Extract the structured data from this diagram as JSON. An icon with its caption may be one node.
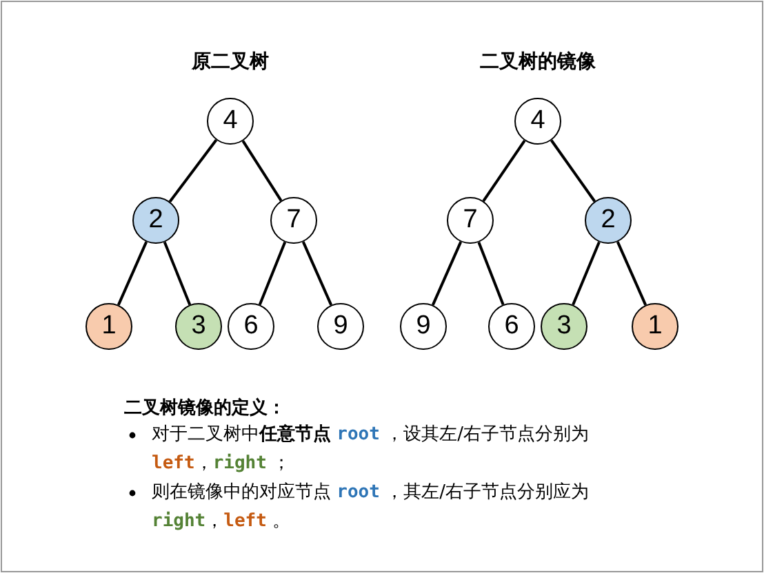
{
  "diagram": {
    "nodes": [
      {
        "text": [
          "4"
        ]
      },
      {
        "text": [
          "2"
        ]
      },
      {
        "text": [
          "7"
        ]
      },
      {
        "text": [
          "1"
        ]
      },
      {
        "text": [
          "3"
        ]
      },
      {
        "text": [
          "6"
        ]
      },
      {
        "text": [
          "9"
        ]
      },
      {
        "text": [
          "4"
        ]
      },
      {
        "text": [
          "7"
        ]
      },
      {
        "text": [
          "2"
        ]
      },
      {
        "text": [
          "9"
        ]
      },
      {
        "text": [
          "6"
        ]
      },
      {
        "text": [
          "3"
        ]
      },
      {
        "text": [
          "1"
        ]
      }
    ],
    "edges": [
      {
        "from": 0,
        "to": 1,
        "arrow": "none"
      },
      {
        "from": 0,
        "to": 2,
        "arrow": "none"
      },
      {
        "from": 1,
        "to": 3,
        "arrow": "none"
      },
      {
        "from": 1,
        "to": 4,
        "arrow": "none"
      },
      {
        "from": 2,
        "to": 5,
        "arrow": "none"
      },
      {
        "from": 2,
        "to": 6,
        "arrow": "none"
      },
      {
        "from": 7,
        "to": 8,
        "arrow": "none"
      },
      {
        "from": 7,
        "to": 9,
        "arrow": "none"
      },
      {
        "from": 8,
        "to": 10,
        "arrow": "none"
      },
      {
        "from": 8,
        "to": 11,
        "arrow": "none"
      },
      {
        "from": 9,
        "to": 12,
        "arrow": "none"
      },
      {
        "from": 9,
        "to": 13,
        "arrow": "none"
      }
    ],
    "labels": [
      "原二叉树",
      "二叉树的镜像",
      "二叉树镜像的定义：",
      "对于二叉树中**任意节点** **root** ，设其左/右子节点分别为 **left**，**right** ；",
      "则在镜像中的对应节点 **root** ，其左/右子节点分别应为 **right**，**left** 。"
    ]
  }
}
